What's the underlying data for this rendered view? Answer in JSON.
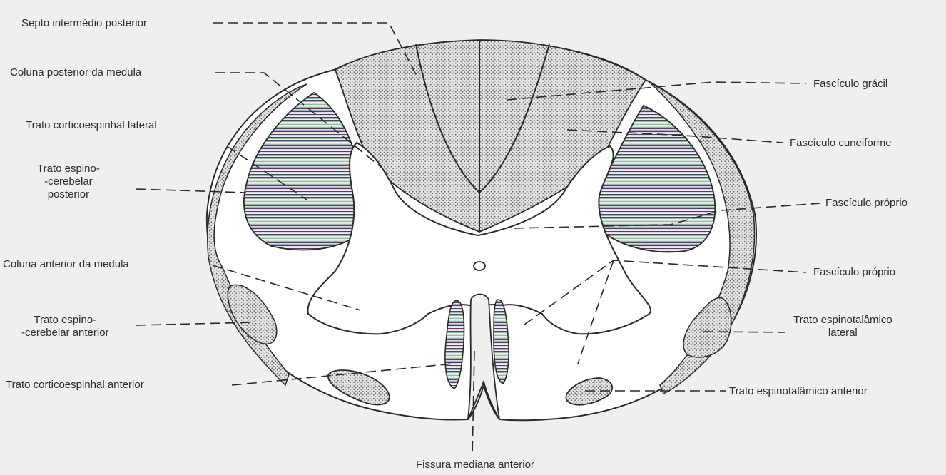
{
  "labels": {
    "septo_intermedio_posterior": "Septo intermédio posterior",
    "coluna_posterior": "Coluna posterior da medula",
    "trato_corticoespinhal_lateral": "Trato corticoespinhal lateral",
    "trato_espinocerebelar_posterior": [
      "Trato espino-",
      "-cerebelar",
      "posterior"
    ],
    "coluna_anterior": "Coluna anterior da medula",
    "trato_espinocerebelar_anterior": [
      "Trato espino-",
      "-cerebelar anterior"
    ],
    "trato_corticoespinhal_anterior": "Trato corticoespinhal anterior",
    "fissura_mediana_anterior": "Fissura mediana anterior",
    "fasciculo_gracil": "Fascículo grácil",
    "fasciculo_cuneiforme": "Fascículo cuneiforme",
    "fasciculo_proprio_1": "Fascículo próprio",
    "fasciculo_proprio_2": "Fascículo próprio",
    "trato_espinotalamico_lateral": [
      "Trato espinotalâmico",
      "lateral"
    ],
    "trato_espinotalamico_anterior": "Trato espinotalâmico anterior"
  },
  "colors": {
    "background": "#efefed",
    "white_matter": "#ffffff",
    "outline": "#2a2a2a",
    "dotted_fill": "#d6d6d6",
    "stripe_purple": "#5a3a6e",
    "stripe_green": "#8fbf98"
  }
}
